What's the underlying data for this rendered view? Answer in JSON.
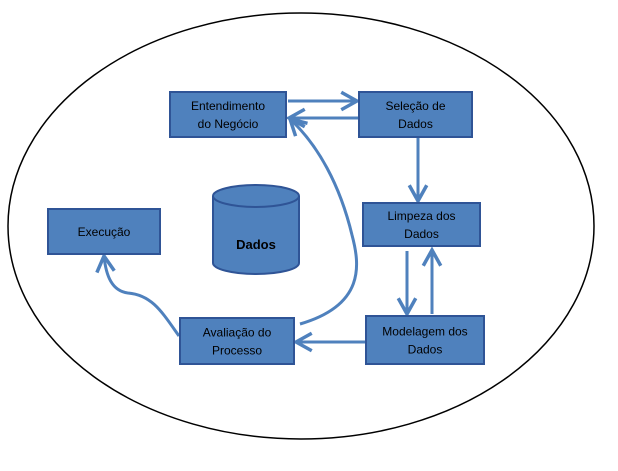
{
  "diagram": {
    "center_label": "Dados",
    "colors": {
      "box_fill": "#4f81bd",
      "box_stroke": "#2f5496",
      "arrow": "#4f81bd",
      "ellipse_stroke": "#000000",
      "text": "#000000"
    },
    "nodes": [
      {
        "id": "entendimento",
        "lines": [
          "Entendimento",
          "do Negócio"
        ]
      },
      {
        "id": "selecao",
        "lines": [
          "Seleção de",
          "Dados"
        ]
      },
      {
        "id": "limpeza",
        "lines": [
          "Limpeza dos",
          "Dados"
        ]
      },
      {
        "id": "modelagem",
        "lines": [
          "Modelagem dos",
          "Dados"
        ]
      },
      {
        "id": "avaliacao",
        "lines": [
          "Avaliação do",
          "Processo"
        ]
      },
      {
        "id": "execucao",
        "lines": [
          "Execução"
        ]
      }
    ],
    "edges": [
      {
        "from": "entendimento",
        "to": "selecao"
      },
      {
        "from": "selecao",
        "to": "entendimento"
      },
      {
        "from": "selecao",
        "to": "limpeza"
      },
      {
        "from": "limpeza",
        "to": "modelagem"
      },
      {
        "from": "modelagem",
        "to": "limpeza"
      },
      {
        "from": "modelagem",
        "to": "avaliacao"
      },
      {
        "from": "avaliacao",
        "to": "entendimento"
      },
      {
        "from": "avaliacao",
        "to": "execucao"
      }
    ]
  }
}
